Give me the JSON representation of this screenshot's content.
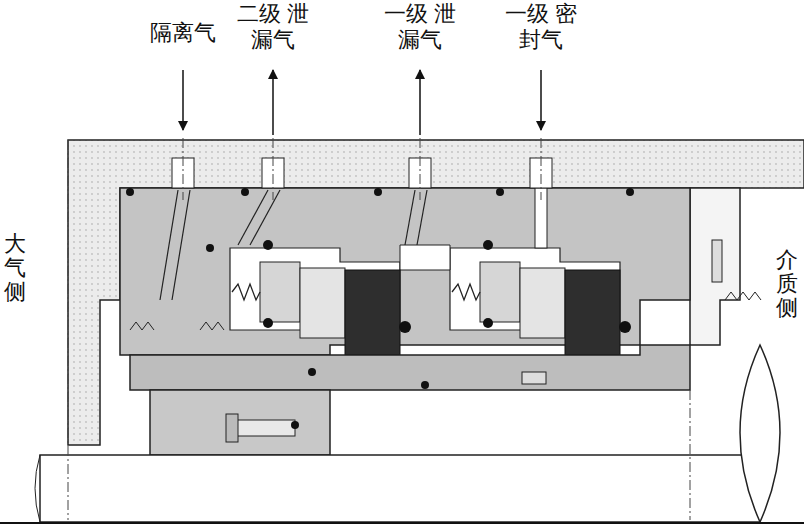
{
  "diagram": {
    "labels": [
      "隔离气",
      "二级 泄漏气",
      "一级 泄漏气",
      "一级 密封气",
      "大气侧",
      "介质侧"
    ]
  }
}
